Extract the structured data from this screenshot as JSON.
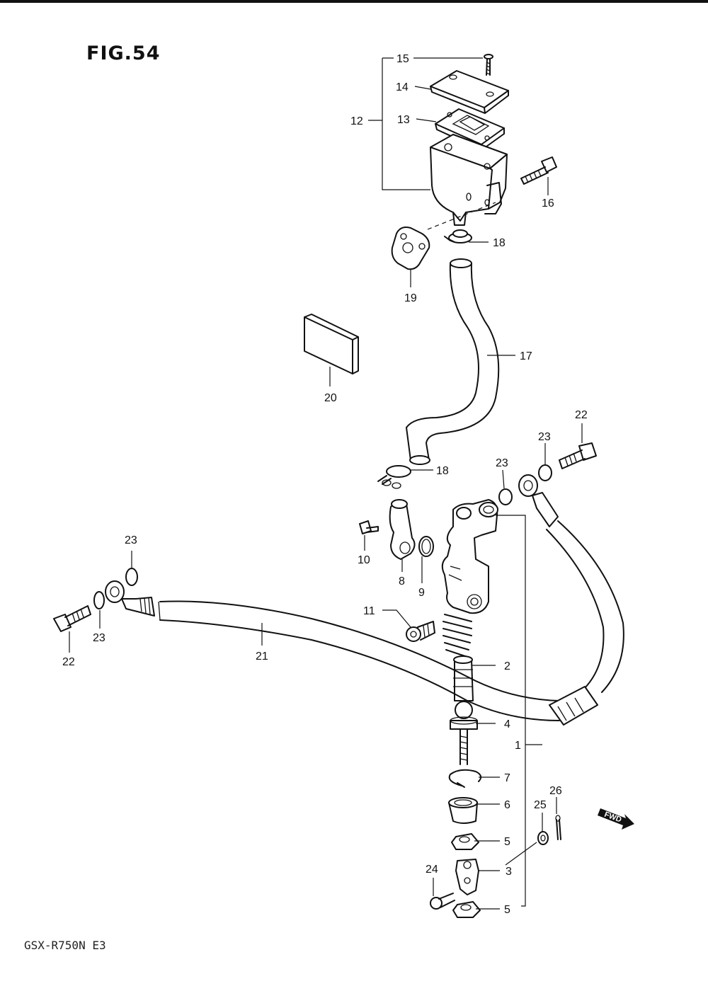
{
  "figure": {
    "title": "FIG.54",
    "model": "GSX-R750N  E3"
  },
  "fwd_badge": "FWD",
  "callouts": {
    "c1": "1",
    "c2": "2",
    "c3": "3",
    "c4": "4",
    "c5a": "5",
    "c5b": "5",
    "c6": "6",
    "c7": "7",
    "c8": "8",
    "c9": "9",
    "c10": "10",
    "c11": "11",
    "c12": "12",
    "c13": "13",
    "c14": "14",
    "c15": "15",
    "c16": "16",
    "c17": "17",
    "c18a": "18",
    "c18b": "18",
    "c19": "19",
    "c20": "20",
    "c21": "21",
    "c22a": "22",
    "c22b": "22",
    "c23a": "23",
    "c23b": "23",
    "c23c": "23",
    "c23d": "23",
    "c24": "24",
    "c25": "25",
    "c26": "26"
  },
  "colors": {
    "line": "#111111",
    "background": "#ffffff"
  }
}
